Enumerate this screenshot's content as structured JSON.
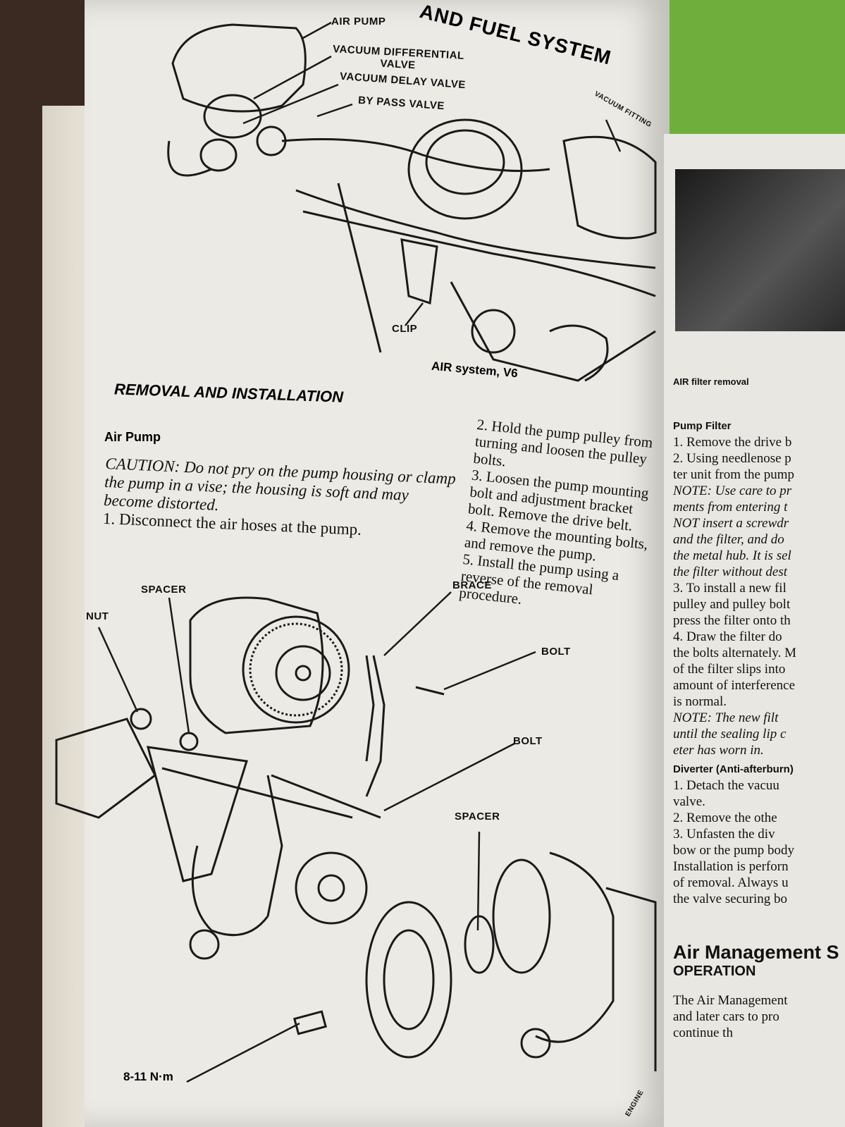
{
  "header": {
    "title": "AND FUEL SYSTEM"
  },
  "figure1": {
    "labels": {
      "air_pump": "AIR PUMP",
      "vacuum_differential_valve": "VACUUM DIFFERENTIAL VALVE",
      "vacuum_delay_valve": "VACUUM DELAY VALVE",
      "by_pass_valve": "BY PASS VALVE",
      "vacuum_fitting": "VACUUM FITTING",
      "clip": "CLIP"
    },
    "caption": "AIR system, V6"
  },
  "section_heading": "REMOVAL AND INSTALLATION",
  "air_pump": {
    "heading": "Air Pump",
    "caution": "CAUTION: Do not pry on the pump housing or clamp the pump in a vise; the housing is soft and may become distorted.",
    "step1": "1. Disconnect the air hoses at the pump."
  },
  "steps_col2": [
    "2. Hold the pump pulley from turning and loosen the pulley bolts.",
    "3. Loosen the pump mounting bolt and adjustment bracket bolt. Remove the drive belt.",
    "4. Remove the mounting bolts, and remove the pump.",
    "5. Install the pump using a reverse of the removal procedure."
  ],
  "figure2": {
    "labels": {
      "spacer_top": "SPACER",
      "nut": "NUT",
      "brace": "BRACE",
      "bolt_top": "BOLT",
      "bolt_mid": "BOLT",
      "spacer_bottom": "SPACER",
      "engine": "ENGINE",
      "torque": "8-11 N·m"
    }
  },
  "right_column": {
    "photo_caption": "AIR filter removal",
    "pump_filter_heading": "Pump Filter",
    "pump_filter_lines": [
      "1. Remove the drive b",
      "2. Using needlenose p",
      "ter unit from the pump",
      "NOTE: Use care to pr",
      "ments from entering t",
      "NOT insert a screwdr",
      "and the filter, and do",
      "the metal hub. It is sel",
      "the filter without dest",
      "3. To install a new fil",
      "pulley and pulley bolt",
      "press the filter onto th",
      "4. Draw the filter do",
      "the bolts alternately. M",
      "of the filter slips into",
      "amount of interference",
      "is normal.",
      "NOTE: The new filt",
      "until the sealing lip c",
      "eter has worn in."
    ],
    "diverter_heading": "Diverter (Anti-afterburn)",
    "diverter_lines": [
      "1. Detach the vacuu",
      "valve.",
      "2. Remove the othe",
      "3. Unfasten the div",
      "bow or the pump body",
      "Installation is perforn",
      "of removal. Always u",
      "the valve securing bo"
    ],
    "air_mgmt_heading": "Air Management S",
    "operation_heading": "OPERATION",
    "air_mgmt_lines": [
      "The Air Management",
      "and later cars to pro",
      "continue th"
    ]
  }
}
